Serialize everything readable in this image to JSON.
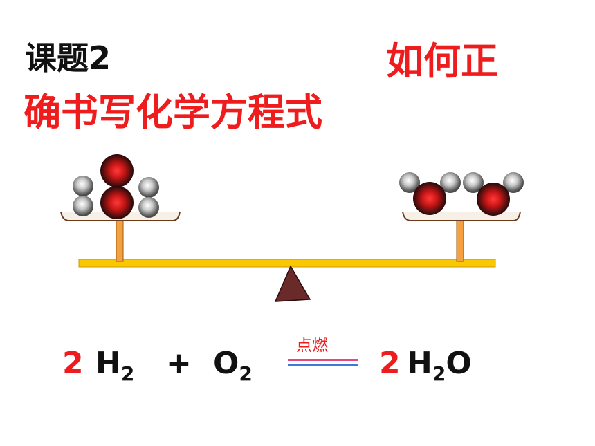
{
  "title": {
    "part1": "课题2",
    "part2": "如何正",
    "part3": "确书写化学方程式"
  },
  "equation": {
    "coef_h2": "2",
    "h2_symbol": "H",
    "h2_sub": "2",
    "plus": "+",
    "o2_symbol": "O",
    "o2_sub": "2",
    "condition": "点燃",
    "coef_h2o": "2",
    "h2o_h": "H",
    "h2o_sub": "2",
    "h2o_o": "O"
  },
  "colors": {
    "red": "#ee1c1c",
    "beam": "#f9c800",
    "post": "#f5a142",
    "fulcrum": "#6b2a2a",
    "arrow_top": "#e8467c",
    "arrow_bottom": "#3b7bd8"
  }
}
